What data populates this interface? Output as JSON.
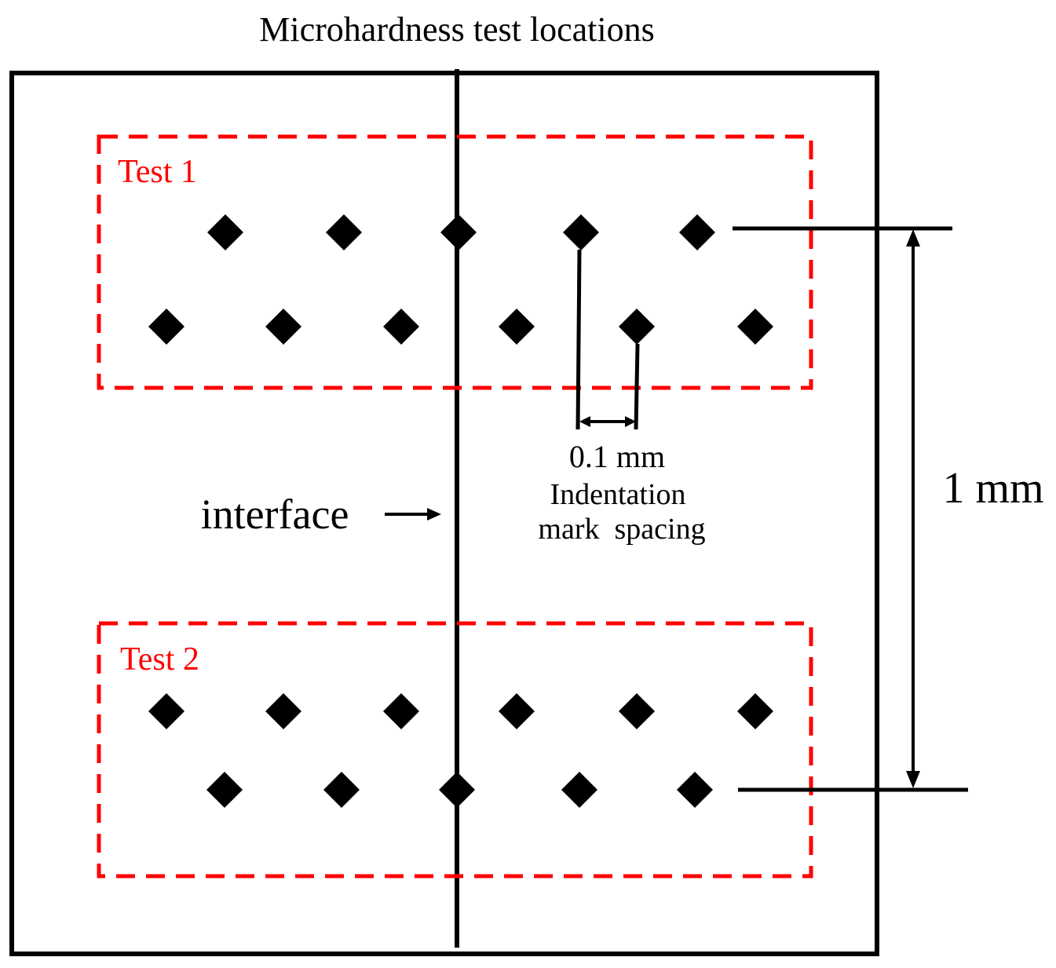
{
  "title": "Microhardness test locations",
  "tests": [
    {
      "label": "Test 1"
    },
    {
      "label": "Test 2"
    }
  ],
  "spacing": {
    "value": "0.1 mm",
    "caption_line1": "Indentation",
    "caption_line2": "mark  spacing"
  },
  "distance": {
    "value": "1 mm"
  },
  "interface_label": "interface",
  "colors": {
    "outline": "#000000",
    "test_region": "#ff0000",
    "indent": "#000000"
  },
  "icons": {
    "indent_mark": "diamond-icon",
    "interface_pointer": "right-arrow-icon"
  }
}
